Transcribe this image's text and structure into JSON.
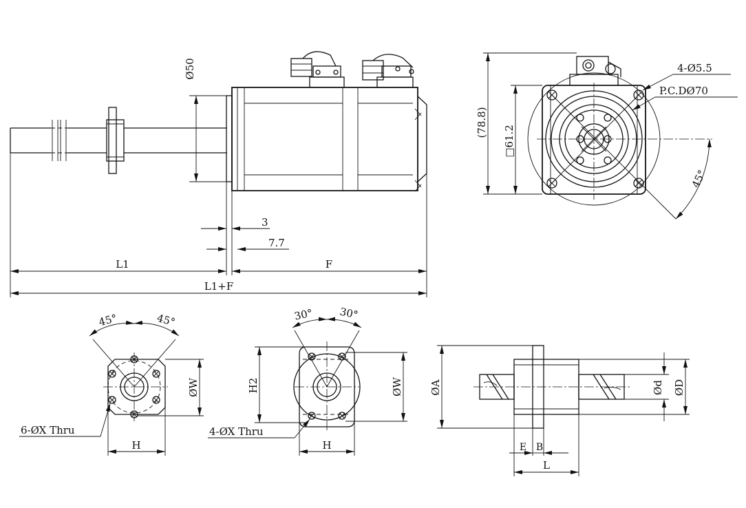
{
  "main_view": {
    "dim_phi50": "Ø50",
    "dim_3": "3",
    "dim_7_7": "7.7",
    "dim_L1": "L1",
    "dim_F": "F",
    "dim_L1F": "L1+F"
  },
  "end_view": {
    "dim_78_8": "(78.8)",
    "dim_sq61_2": "□61.2",
    "dim_holes": "4-Ø5.5",
    "dim_pcd": "P.C.DØ70",
    "dim_angle": "45°"
  },
  "nut_round": {
    "angle_left": "45°",
    "angle_right": "45°",
    "dim_W": "ØW",
    "dim_H": "H",
    "holes_label": "6-ØX Thru"
  },
  "nut_square": {
    "angle_left": "30°",
    "angle_right": "30°",
    "dim_W": "ØW",
    "dim_H": "H",
    "dim_H2": "H2",
    "holes_label": "4-ØX Thru"
  },
  "nut_side": {
    "dim_A": "ØA",
    "dim_d": "Ød",
    "dim_D": "ØD",
    "dim_E": "E",
    "dim_B": "B",
    "dim_L": "L"
  }
}
